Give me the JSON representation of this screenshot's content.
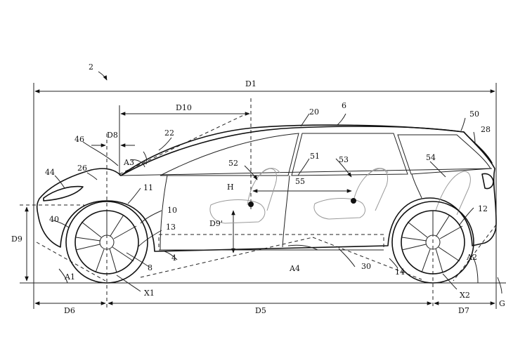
{
  "figure": {
    "ref": "2",
    "labels": {
      "D1": "D1",
      "D5": "D5",
      "D6": "D6",
      "D7": "D7",
      "D8": "D8",
      "D9": "D9",
      "D9p": "D9'",
      "D10": "D10",
      "A1": "A1",
      "A2": "A2",
      "A3": "A3",
      "A4": "A4",
      "X1": "X1",
      "X2": "X2",
      "H": "H",
      "G": "G",
      "n4": "4",
      "n6": "6",
      "n8": "8",
      "n10": "10",
      "n11": "11",
      "n12": "12",
      "n13": "13",
      "n14": "14",
      "n20": "20",
      "n22": "22",
      "n26": "26",
      "n28": "28",
      "n30": "30",
      "n40": "40",
      "n44": "44",
      "n46": "46",
      "n50": "50",
      "n51": "51",
      "n52": "52",
      "n53": "53",
      "n54": "54",
      "n55": "55"
    }
  }
}
